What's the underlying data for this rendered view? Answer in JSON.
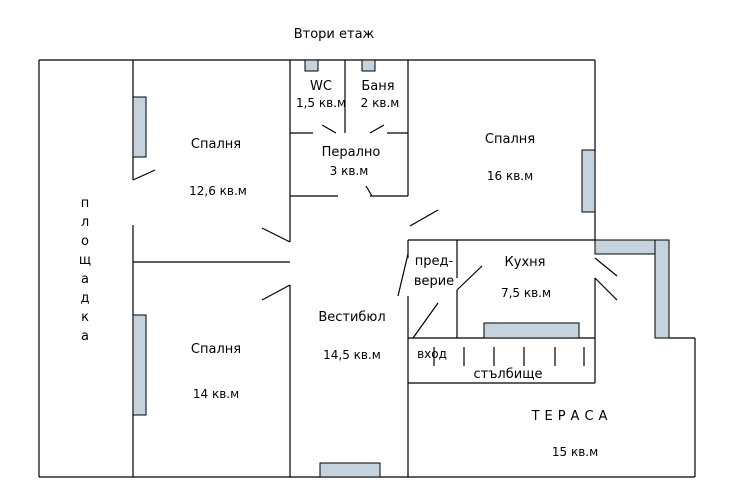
{
  "title": "Втори етаж",
  "landing_letters": [
    "п",
    "л",
    "о",
    "щ",
    "а",
    "д",
    "к",
    "а"
  ],
  "rooms": {
    "wc": {
      "name": "WC",
      "area": "1,5 кв.м"
    },
    "bath": {
      "name": "Баня",
      "area": "2 кв.м"
    },
    "laundry": {
      "name": "Перално",
      "area": "3 кв.м"
    },
    "bedroom_1": {
      "name": "Спалня",
      "area": "12,6 кв.м"
    },
    "bedroom_2": {
      "name": "Спалня",
      "area": "16 кв.м"
    },
    "bedroom_3": {
      "name": "Спалня",
      "area": "14 кв.м"
    },
    "hall": {
      "name": "Вестибюл",
      "area": "14,5 кв.м"
    },
    "kitchen": {
      "name": "Кухня",
      "area": "7,5 кв.м"
    },
    "anteroom_line1": "пред-",
    "anteroom_line2": "верие",
    "entrance": "вход",
    "stairs": "стълбище",
    "terrace": {
      "name": "ТЕРАСА",
      "area": "15 кв.м"
    }
  },
  "colors": {
    "window_fill": "#c4d3dd",
    "wall": "#000000"
  }
}
